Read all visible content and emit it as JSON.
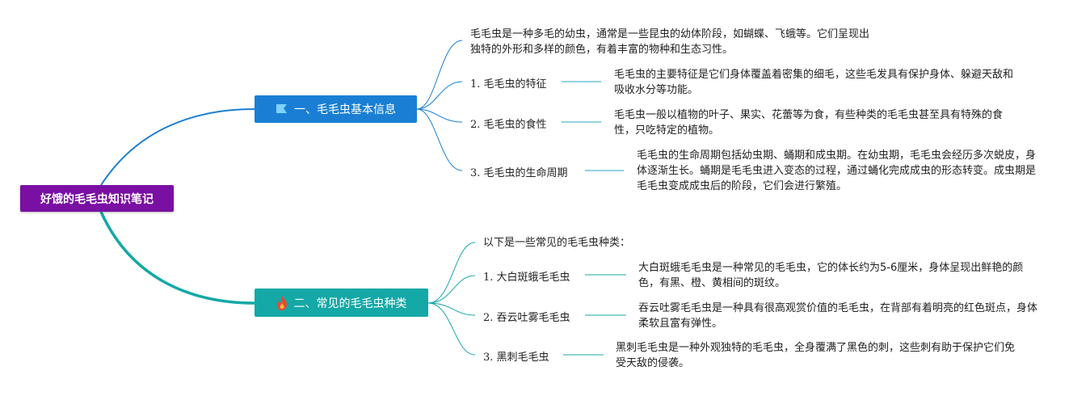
{
  "root": {
    "title": "好饿的毛毛虫知识笔记"
  },
  "branches": [
    {
      "label": "一、毛毛虫基本信息",
      "icon": "flag-icon",
      "color": "#1a7fd4",
      "intro": "毛毛虫是一种多毛的幼虫，通常是一些昆虫的幼体阶段，如蝴蝶、飞蛾等。它们呈现出独特的外形和多样的颜色，有着丰富的物种和生态习性。",
      "items": [
        {
          "label": "1. 毛毛虫的特征",
          "detail": "毛毛虫的主要特征是它们身体覆盖着密集的细毛，这些毛发具有保护身体、躲避天敌和吸收水分等功能。"
        },
        {
          "label": "2. 毛毛虫的食性",
          "detail": "毛毛虫一般以植物的叶子、果实、花蕾等为食，有些种类的毛毛虫甚至具有特殊的食性，只吃特定的植物。"
        },
        {
          "label": "3. 毛毛虫的生命周期",
          "detail": "毛毛虫的生命周期包括幼虫期、蛹期和成虫期。在幼虫期，毛毛虫会经历多次蜕皮，身体逐渐生长。蛹期是毛毛虫进入变态的过程，通过蛹化完成成虫的形态转变。成虫期是毛毛虫变成成虫后的阶段，它们会进行繁殖。"
        }
      ]
    },
    {
      "label": "二、常见的毛毛虫种类",
      "icon": "fire-icon",
      "color": "#14a8a6",
      "intro": "以下是一些常见的毛毛虫种类：",
      "items": [
        {
          "label": "1. 大白斑蛾毛毛虫",
          "detail": "大白斑蛾毛毛虫是一种常见的毛毛虫，它的体长约为5-6厘米，身体呈现出鲜艳的颜色，有黑、橙、黄相间的斑纹。"
        },
        {
          "label": "2. 吞云吐雾毛毛虫",
          "detail": "吞云吐雾毛毛虫是一种具有很高观赏价值的毛毛虫，在背部有着明亮的红色斑点，身体柔软且富有弹性。"
        },
        {
          "label": "3. 黑刺毛毛虫",
          "detail": "黑刺毛毛虫是一种外观独特的毛毛虫，全身覆满了黑色的刺，这些刺有助于保护它们免受天敌的侵袭。"
        }
      ]
    }
  ]
}
